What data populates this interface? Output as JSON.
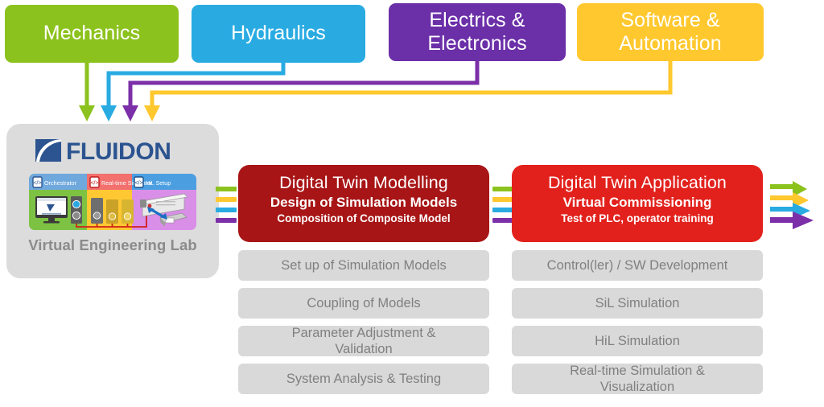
{
  "colors": {
    "mechanics": "#8CC21E",
    "hydraulics": "#29ABE2",
    "electrics": "#6B2FA8",
    "software": "#FFC82E",
    "phase_modelling": "#A81516",
    "phase_application": "#E2211C",
    "panel_bg": "#DCDCDC",
    "chip_bg": "#D9D9D9",
    "chip_text": "#808080",
    "logo_blue": "#2C5490",
    "caption_gray": "#8B8B8B",
    "page_bg": "#FFFFFF"
  },
  "disciplines": [
    {
      "label": "Mechanics",
      "color": "#8CC21E",
      "icon": "rounded-box"
    },
    {
      "label": "Hydraulics",
      "color": "#29ABE2",
      "icon": "rounded-box"
    },
    {
      "label": "Electrics &\nElectronics",
      "color": "#6B2FA8",
      "icon": "rounded-box"
    },
    {
      "label": "Software &\nAutomation",
      "color": "#FFC82E",
      "icon": "rounded-box"
    }
  ],
  "lab": {
    "logo_text": "FLUIDON",
    "logo_mark_icon": "fluidon-swoosh-icon",
    "caption": "Virtual Engineering Lab",
    "illustration_icon": "virtual-engineering-lab-illustration",
    "illustration_sections": [
      {
        "label": "Orchestrator",
        "header_color": "#6FA8DC",
        "body_color": "#7DC242",
        "icon": "code-file-icon"
      },
      {
        "label": "Real-time Simulator",
        "header_color": "#F2706E",
        "body_color": "#FFC832",
        "icon": "code-file-icon"
      },
      {
        "label": "HiL Setup",
        "header_color": "#4B9FE1",
        "body_color": "#D98EE8",
        "icon": "code-file-icon"
      }
    ]
  },
  "stripe_colors": [
    "#8CC21E",
    "#FFC82E",
    "#29ABE2",
    "#7B2FA8"
  ],
  "output_arrow_colors": [
    "#8CC21E",
    "#FFC82E",
    "#29ABE2",
    "#7B2FA8"
  ],
  "phases": [
    {
      "title": "Digital Twin Modelling",
      "subtitle": "Design of Simulation Models",
      "detail": "Composition of Composite Model",
      "color": "#A81516",
      "steps": [
        "Set up of Simulation Models",
        "Coupling of Models",
        "Parameter Adjustment &\nValidation",
        "System Analysis & Testing"
      ]
    },
    {
      "title": "Digital Twin Application",
      "subtitle": "Virtual Commissioning",
      "detail": "Test of PLC, operator training",
      "color": "#E2211C",
      "steps": [
        "Control(ler) / SW Development",
        "SiL Simulation",
        "HiL Simulation",
        "Real-time Simulation &\nVisualization"
      ]
    }
  ]
}
